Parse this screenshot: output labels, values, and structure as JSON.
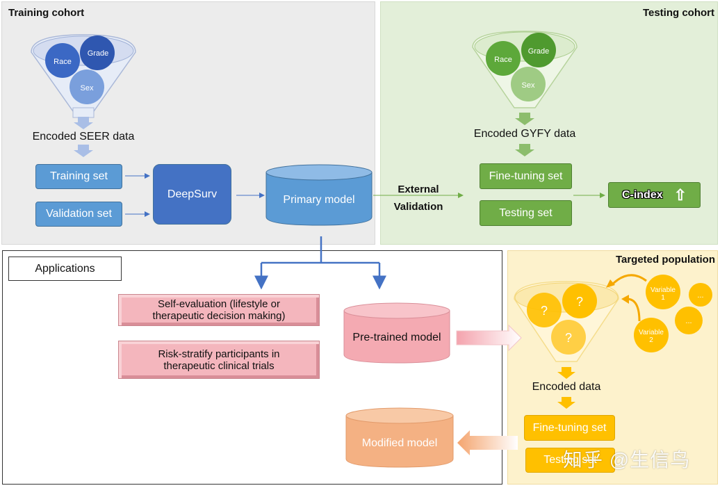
{
  "training": {
    "title": "Training cohort",
    "circles": [
      "Race",
      "Grade",
      "Sex"
    ],
    "encoded_label": "Encoded SEER data",
    "training_set": "Training set",
    "validation_set": "Validation set",
    "deepsurv": "DeepSurv",
    "primary_model": "Primary model"
  },
  "external": {
    "line1": "External",
    "line2": "Validation"
  },
  "testing": {
    "title": "Testing cohort",
    "circles": [
      "Race",
      "Grade",
      "Sex"
    ],
    "encoded_label": "Encoded GYFY data",
    "fine_tuning_set": "Fine-tuning set",
    "testing_set": "Testing set",
    "cindex": "C-index"
  },
  "applications": {
    "title": "Applications",
    "item1": "Self-evaluation (lifestyle or therapeutic decision making)",
    "item2": "Risk-stratify participants in therapeutic clinical trials",
    "pretrained": "Pre-trained model",
    "modified": "Modified model"
  },
  "targeted": {
    "title": "Targeted population",
    "funnel_marks": [
      "?",
      "?",
      "?"
    ],
    "variable1": "Variable 1",
    "variable2": "Variable 2",
    "ellipsis1": "...",
    "ellipsis2": "...",
    "encoded_label": "Encoded data",
    "fine_tuning_set": "Fine-tuning set",
    "testing_set": "Testing set"
  },
  "watermark": "知乎 @生信鸟",
  "colors": {
    "blue": "#5b9bd5",
    "dark_blue": "#4472c4",
    "green": "#70ad47",
    "yellow": "#ffc000",
    "pink": "#f4b6bd",
    "orange": "#f4b183"
  }
}
